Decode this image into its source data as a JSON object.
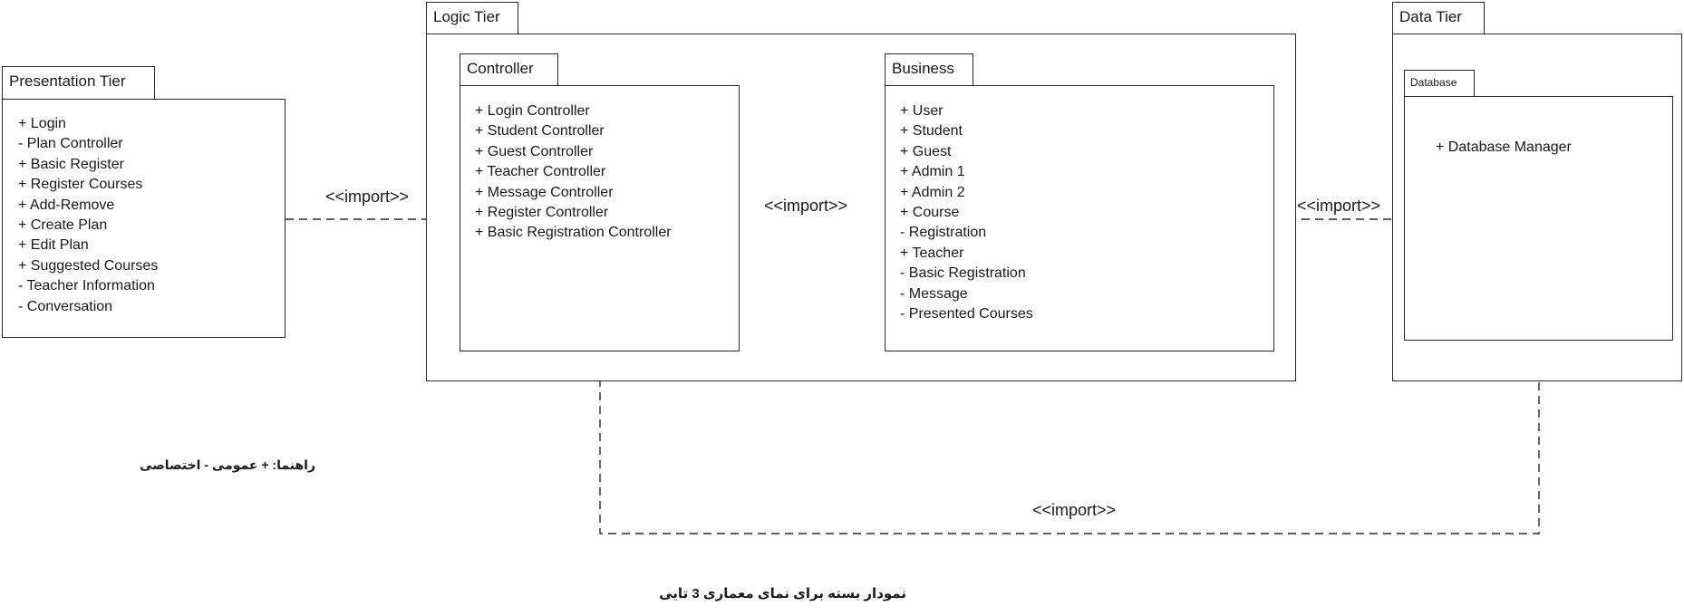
{
  "packages": {
    "presentation": {
      "title": "Presentation Tier",
      "members": [
        "+ Login",
        "- Plan Controller",
        "+ Basic Register",
        "+ Register Courses",
        "+ Add-Remove",
        "+ Create Plan",
        "+ Edit Plan",
        "+ Suggested Courses",
        "- Teacher Information",
        "- Conversation"
      ]
    },
    "logic": {
      "title": "Logic Tier",
      "controller": {
        "title": "Controller",
        "members": [
          "+ Login Controller",
          "+ Student Controller",
          "+ Guest Controller",
          "+ Teacher Controller",
          "+ Message Controller",
          "+ Register Controller",
          "+ Basic Registration Controller"
        ]
      },
      "business": {
        "title": "Business",
        "members": [
          "+ User",
          "+ Student",
          "+ Guest",
          "+ Admin 1",
          "+ Admin 2",
          "+ Course",
          "- Registration",
          "+ Teacher",
          "- Basic Registration",
          "- Message",
          "- Presented Courses"
        ]
      }
    },
    "data": {
      "title": "Data Tier",
      "database": {
        "title": "Database",
        "members": [
          "+ Database Manager"
        ]
      }
    }
  },
  "dependencies": {
    "presentation_to_controller": "<<import>>",
    "controller_to_business": "<<import>>",
    "business_to_database": "<<import>>",
    "controller_to_database": "<<import>>"
  },
  "legend": "راهنما:   +  عمومی   -  اختصاصی",
  "caption": "نمودار بسته برای نمای معماری 3 تایی",
  "colors": {
    "line": "#2b2b2b",
    "background": "#ffffff"
  }
}
